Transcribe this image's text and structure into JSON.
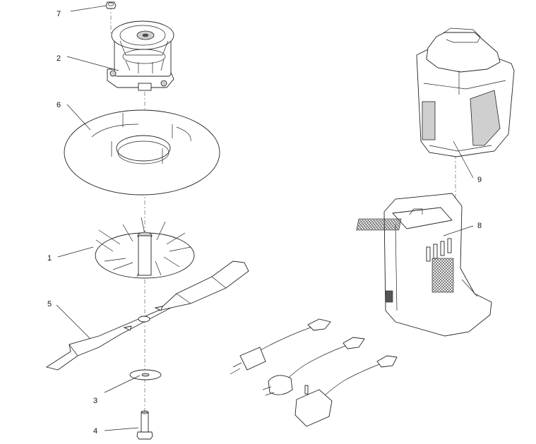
{
  "callouts": [
    {
      "id": "7",
      "label": "7"
    },
    {
      "id": "2",
      "label": "2"
    },
    {
      "id": "6",
      "label": "6"
    },
    {
      "id": "1",
      "label": "1"
    },
    {
      "id": "5",
      "label": "5"
    },
    {
      "id": "3",
      "label": "3"
    },
    {
      "id": "4",
      "label": "4"
    },
    {
      "id": "9",
      "label": "9"
    },
    {
      "id": "8",
      "label": "8"
    }
  ]
}
